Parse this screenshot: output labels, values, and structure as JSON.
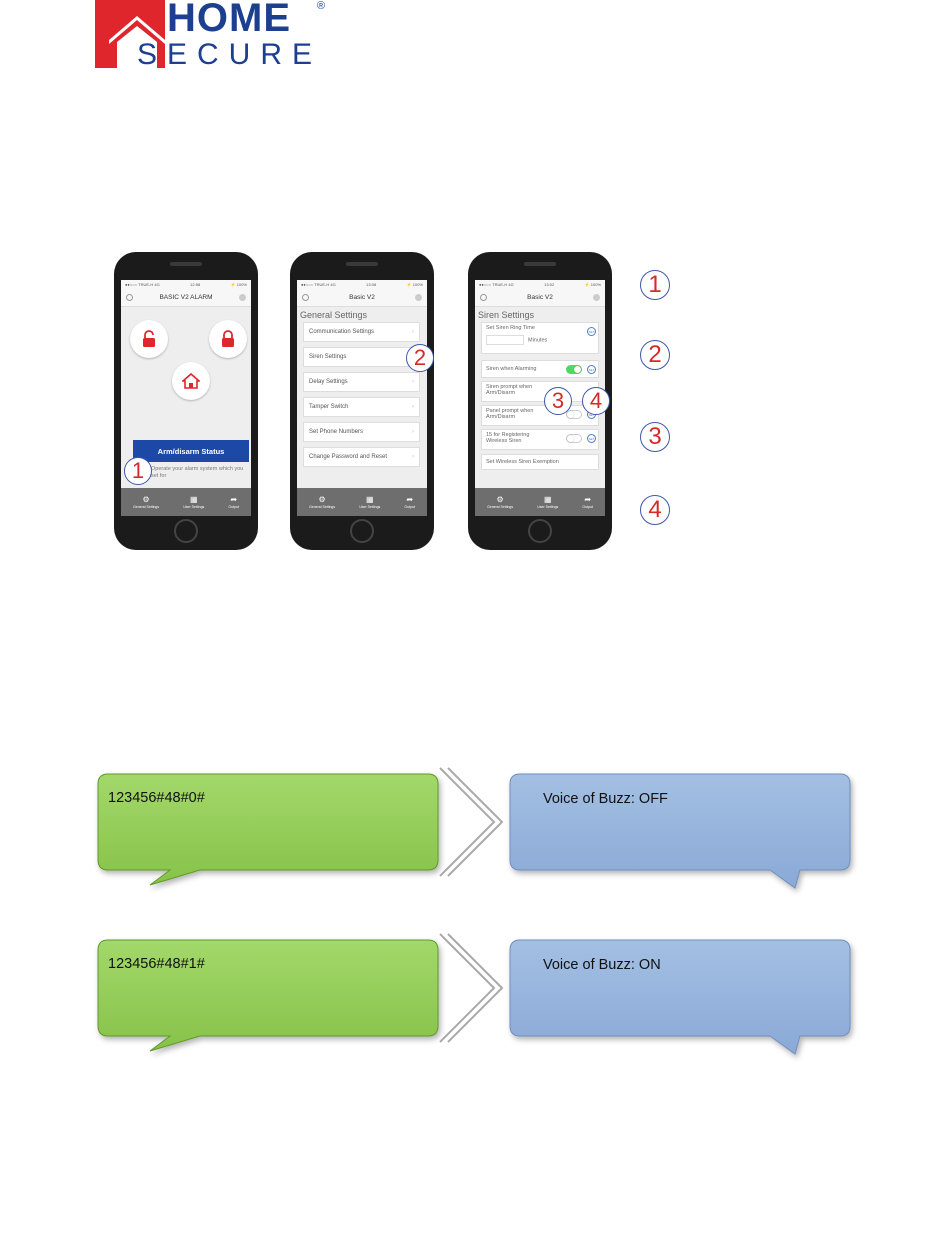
{
  "logo": {
    "line1": "HOME",
    "line2": "SECURE",
    "reg": "®"
  },
  "phones": [
    {
      "status_left": "●●○○○ TRUE-H  4G",
      "status_time": "12:58",
      "status_right": "⚡ 100%",
      "title": "BASIC V2 ALARM",
      "arm_status": "Arm/disarm Status",
      "arm_sub": "Operate your alarm system which you set for",
      "tabs": [
        "General Settings",
        "User Settings",
        "Output"
      ]
    },
    {
      "status_left": "●●○○○ TRUE-H  4G",
      "status_time": "13:08",
      "status_right": "⚡ 100%",
      "title": "Basic V2",
      "section": "General Settings",
      "items": [
        "Communication Settings",
        "Siren Settings",
        "Delay Settings",
        "Tamper Switch",
        "Set Phone Numbers",
        "Change Password and Reset"
      ],
      "tabs": [
        "General Settings",
        "User Settings",
        "Output"
      ]
    },
    {
      "status_left": "●●○○○ TRUE-H  4G",
      "status_time": "13:02",
      "status_right": "⚡ 100%",
      "title": "Basic V2",
      "section": "Siren Settings",
      "ring_time_label": "Set Siren Ring Time",
      "minutes": "Minutes",
      "rows": [
        "Siren when Alarming",
        "Siren prompt when Arm/Disarm",
        "Panel prompt when Arm/Disarm",
        "15 for Registering Wireless Siren"
      ],
      "wireless_row": "Set Wireless Siren Exemption",
      "set_badge": "SET",
      "tabs": [
        "General Settings",
        "User Settings",
        "Output"
      ]
    }
  ],
  "callouts": {
    "p1": "1",
    "p2": "2",
    "p3a": "3",
    "p3b": "4",
    "right": [
      "1",
      "2",
      "3",
      "4"
    ]
  },
  "sms": [
    {
      "command": "123456#48#0#",
      "reply": "Voice of Buzz: OFF"
    },
    {
      "command": "123456#48#1#",
      "reply": "Voice of Buzz: ON"
    }
  ],
  "colors": {
    "brand_red": "#e0262d",
    "brand_blue": "#1d3f8f",
    "green_bubble": "#8fcb53",
    "blue_bubble": "#93b1da",
    "arm_button": "#1c49a6",
    "callout_red": "#d62a2a"
  }
}
